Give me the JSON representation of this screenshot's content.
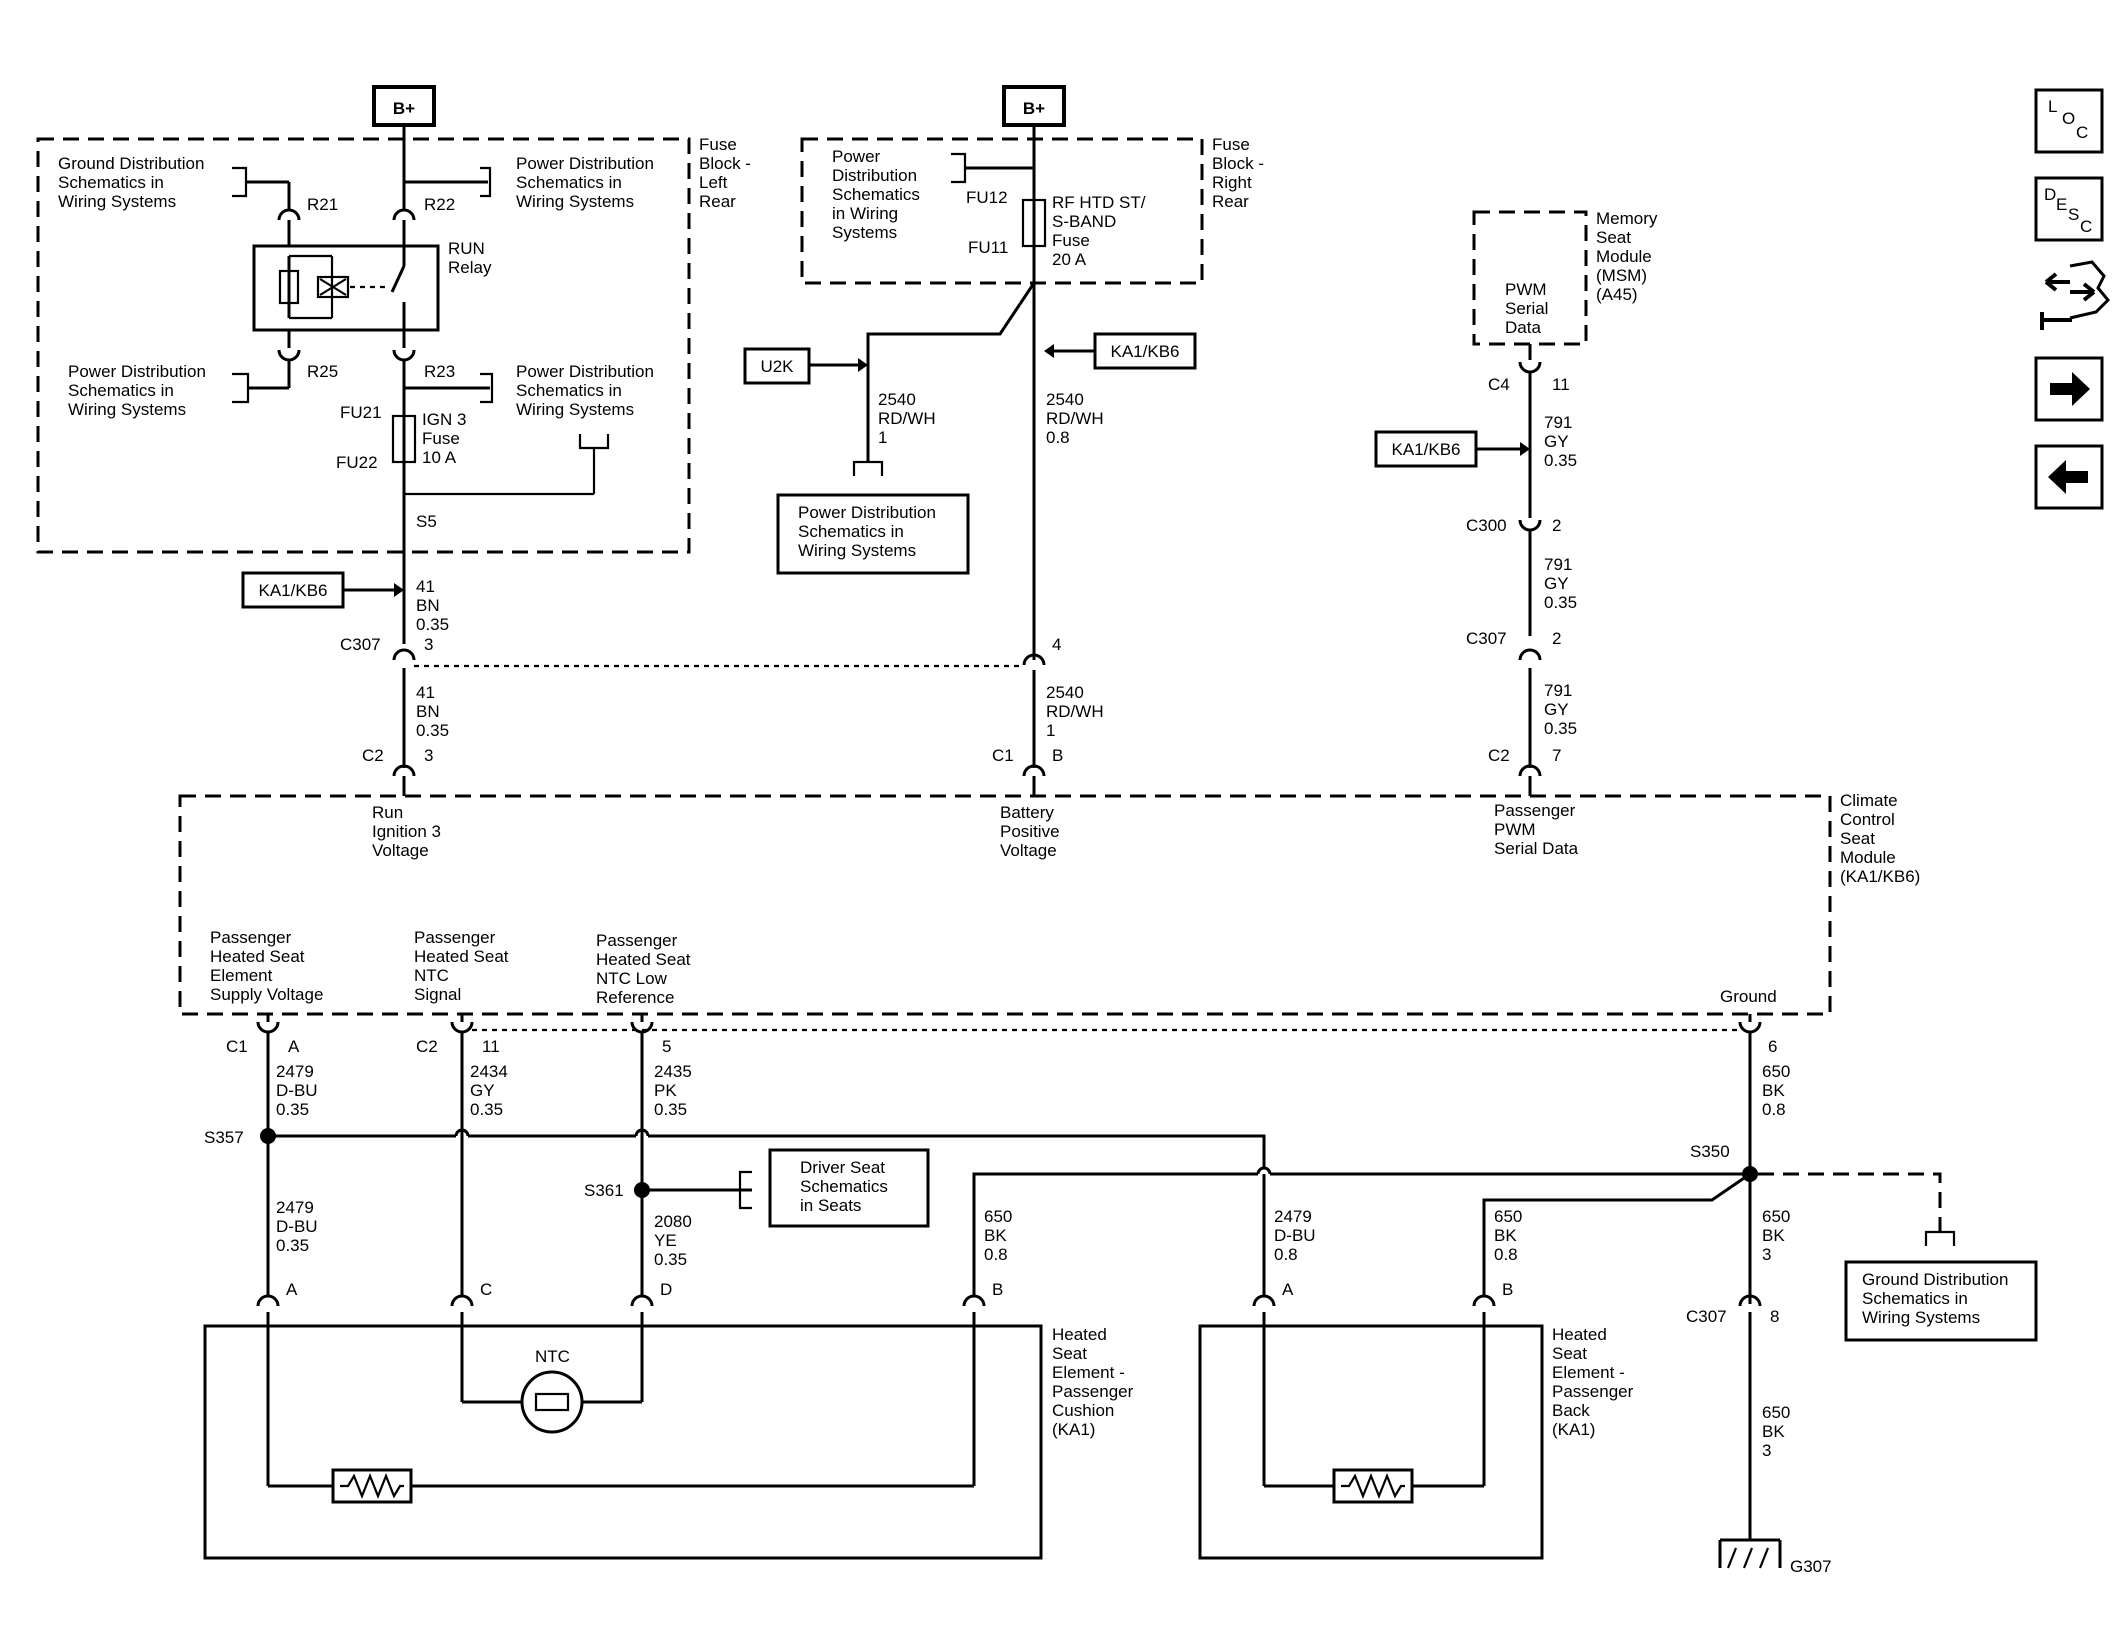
{
  "power": {
    "bplus_left": "B+",
    "bplus_right": "B+"
  },
  "fuse_left": {
    "block_label": [
      "Fuse",
      "Block -",
      "Left",
      "Rear"
    ],
    "gnd_dist": [
      "Ground Distribution",
      "Schematics in",
      "Wiring Systems"
    ],
    "pwr_top": [
      "Power Distribution",
      "Schematics in",
      "Wiring Systems"
    ],
    "pwr_left": [
      "Power Distribution",
      "Schematics in",
      "Wiring Systems"
    ],
    "pwr_right": [
      "Power Distribution",
      "Schematics in",
      "Wiring Systems"
    ],
    "r21": "R21",
    "r22": "R22",
    "r25": "R25",
    "r23": "R23",
    "relay": [
      "RUN",
      "Relay"
    ],
    "fu21": "FU21",
    "fu22": "FU22",
    "fuse": [
      "IGN 3",
      "Fuse",
      "10 A"
    ],
    "s5": "S5"
  },
  "fuse_right": {
    "block_label": [
      "Fuse",
      "Block -",
      "Right",
      "Rear"
    ],
    "pwr": [
      "Power",
      "Distribution",
      "Schematics",
      "in Wiring",
      "Systems"
    ],
    "fu12": "FU12",
    "fu11": "FU11",
    "fuse": [
      "RF HTD ST/",
      "S-BAND",
      "Fuse",
      "20 A"
    ]
  },
  "u2k": "U2K",
  "pwr_bottom": [
    "Power Distribution",
    "Schematics in",
    "Wiring Systems"
  ],
  "wire_2540_a": [
    "2540",
    "RD/WH",
    "1"
  ],
  "wire_2540_b": [
    "2540",
    "RD/WH",
    "0.8"
  ],
  "wire_2540_c": [
    "2540",
    "RD/WH",
    "1"
  ],
  "ka_labels": [
    "KA1/KB6",
    "KA1/KB6",
    "KA1/KB6"
  ],
  "wire_41_a": [
    "41",
    "BN",
    "0.35"
  ],
  "wire_41_b": [
    "41",
    "BN",
    "0.35"
  ],
  "c307_top": {
    "name": "C307",
    "pin_a": "3",
    "pin_b": "4"
  },
  "c2_top": {
    "name": "C2",
    "pin": "3"
  },
  "c1_top": {
    "name": "C1",
    "pin": "B"
  },
  "msm": {
    "label": [
      "Memory",
      "Seat",
      "Module",
      "(MSM)",
      "(A45)"
    ],
    "pin_label": [
      "PWM",
      "Serial",
      "Data"
    ],
    "c4": "C4",
    "c4_pin": "11",
    "w1": [
      "791",
      "GY",
      "0.35"
    ],
    "c300": "C300",
    "c300_pin": "2",
    "w2": [
      "791",
      "GY",
      "0.35"
    ],
    "c307": "C307",
    "c307_pin": "2",
    "w3": [
      "791",
      "GY",
      "0.35"
    ],
    "c2": "C2",
    "c2_pin": "7"
  },
  "ccsm": {
    "label": [
      "Climate",
      "Control",
      "Seat",
      "Module",
      "(KA1/KB6)"
    ],
    "pin_run": [
      "Run",
      "Ignition 3",
      "Voltage"
    ],
    "pin_batt": [
      "Battery",
      "Positive",
      "Voltage"
    ],
    "pin_pwm": [
      "Passenger",
      "PWM",
      "Serial Data"
    ],
    "pin_supply": [
      "Passenger",
      "Heated Seat",
      "Element",
      "Supply Voltage"
    ],
    "pin_ntc": [
      "Passenger",
      "Heated Seat",
      "NTC",
      "Signal"
    ],
    "pin_low": [
      "Passenger",
      "Heated Seat",
      "NTC Low",
      "Reference"
    ],
    "pin_gnd": "Ground"
  },
  "bottom": {
    "c1": "C1",
    "c1_pin": "A",
    "c2": "C2",
    "c2_pin": "11",
    "pin5": "5",
    "pin6": "6",
    "w2479a": [
      "2479",
      "D-BU",
      "0.35"
    ],
    "w2434": [
      "2434",
      "GY",
      "0.35"
    ],
    "w2435": [
      "2435",
      "PK",
      "0.35"
    ],
    "w650a": [
      "650",
      "BK",
      "0.8"
    ],
    "s357": "S357",
    "s361": "S361",
    "s350": "S350",
    "driver": [
      "Driver Seat",
      "Schematics",
      "in Seats"
    ],
    "w2479b": [
      "2479",
      "D-BU",
      "0.35"
    ],
    "w2080": [
      "2080",
      "YE",
      "0.35"
    ],
    "w650b": [
      "650",
      "BK",
      "0.8"
    ],
    "w2479c": [
      "2479",
      "D-BU",
      "0.8"
    ],
    "w650c": [
      "650",
      "BK",
      "0.8"
    ],
    "w650d": [
      "650",
      "BK",
      "3"
    ],
    "gnd_dist": [
      "Ground Distribution",
      "Schematics in",
      "Wiring Systems"
    ],
    "c307": "C307",
    "c307_pin": "8",
    "w650e": [
      "650",
      "BK",
      "3"
    ],
    "g307": "G307",
    "pin_a1": "A",
    "pin_c": "C",
    "pin_d": "D",
    "pin_b1": "B",
    "pin_a2": "A",
    "pin_b2": "B",
    "ntc": "NTC",
    "cushion": [
      "Heated",
      "Seat",
      "Element -",
      "Passenger",
      "Cushion",
      "(KA1)"
    ],
    "back": [
      "Heated",
      "Seat",
      "Element -",
      "Passenger",
      "Back",
      "(KA1)"
    ]
  },
  "nav": {
    "loc": [
      "L",
      "O",
      "C"
    ],
    "desc": [
      "D",
      "E",
      "S",
      "C"
    ]
  }
}
